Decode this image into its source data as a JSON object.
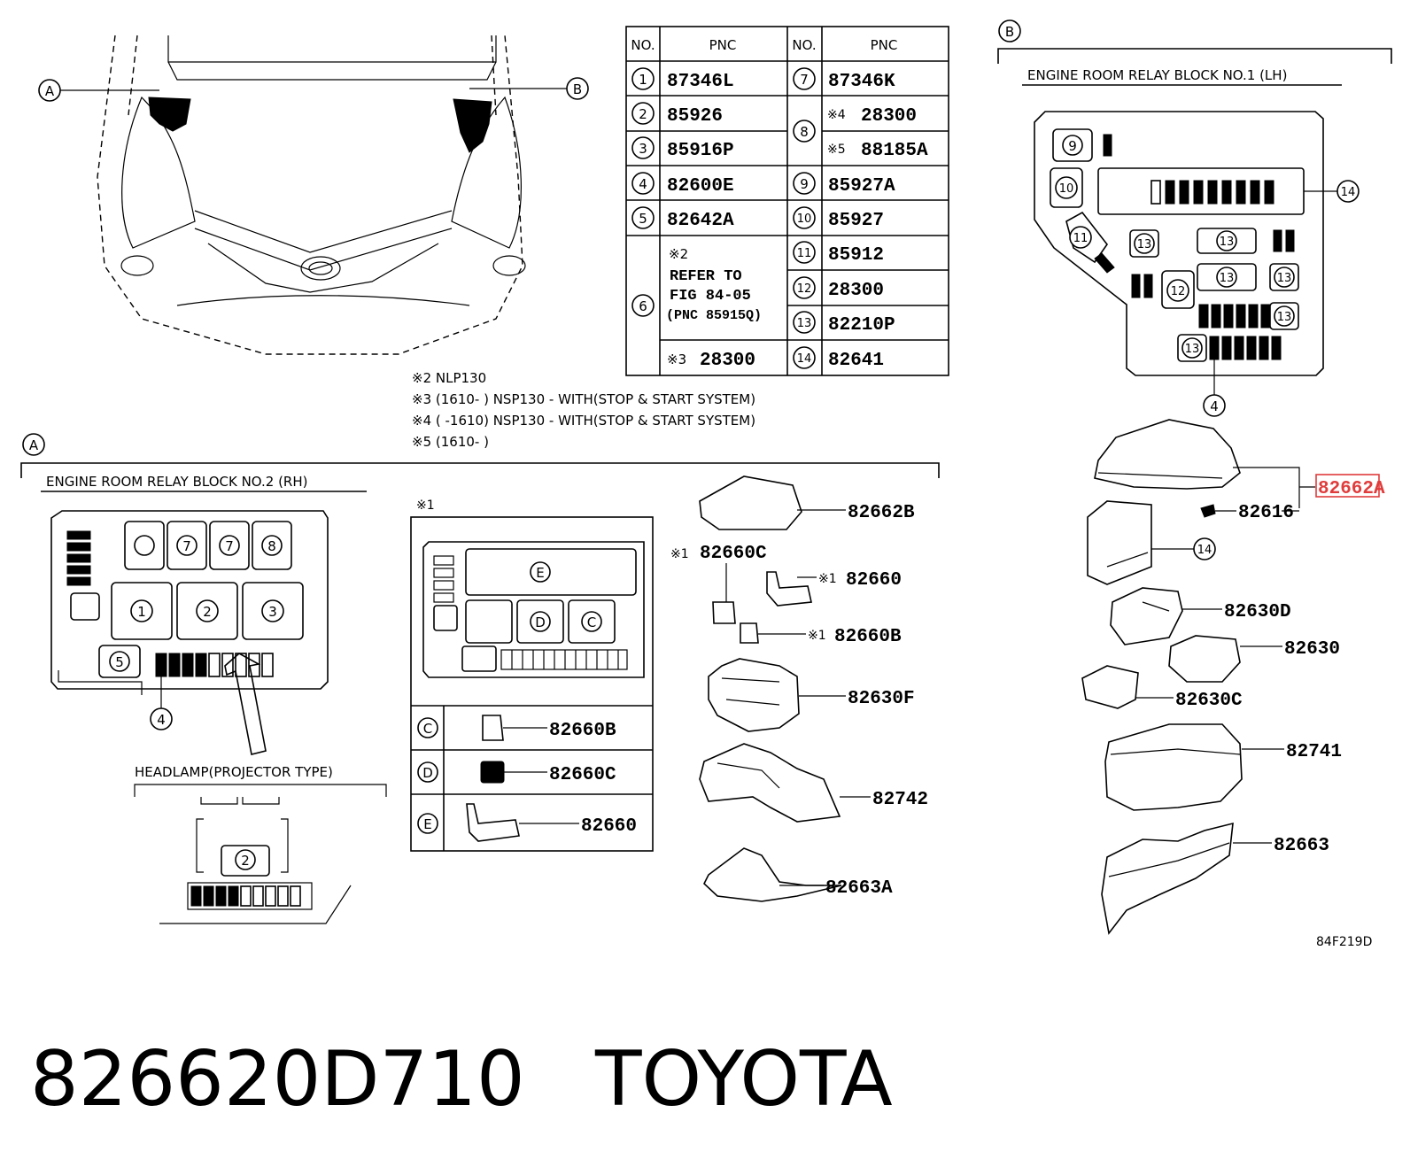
{
  "callout_letters": {
    "a": "A",
    "b": "B"
  },
  "pnc_table": {
    "header": {
      "no": "NO.",
      "pnc": "PNC"
    },
    "rows_left": [
      {
        "no": "1",
        "pnc": "87346L"
      },
      {
        "no": "2",
        "pnc": "85926"
      },
      {
        "no": "3",
        "pnc": "85916P"
      },
      {
        "no": "4",
        "pnc": "82600E"
      },
      {
        "no": "5",
        "pnc": "82642A"
      }
    ],
    "row6": {
      "no": "6",
      "note_mark": "※2",
      "line1": "REFER TO",
      "line2": "FIG 84-05",
      "line3": "(PNC 85915Q)",
      "sub_mark": "※3",
      "sub_pnc": "28300"
    },
    "rows_right": [
      {
        "no": "7",
        "pnc": "87346K"
      },
      {
        "no": "8",
        "mark": "※4",
        "pnc": "28300",
        "mark2": "※5",
        "pnc2": "88185A"
      },
      {
        "no": "9",
        "pnc": "85927A"
      },
      {
        "no": "10",
        "pnc": "85927"
      },
      {
        "no": "11",
        "pnc": "85912"
      },
      {
        "no": "12",
        "pnc": "28300"
      },
      {
        "no": "13",
        "pnc": "82210P"
      },
      {
        "no": "14",
        "pnc": "82641"
      }
    ]
  },
  "footnotes": [
    "※2 NLP130",
    "※3 (1610-       ) NSP130 - WITH(STOP & START SYSTEM)",
    "※4 (       -1610) NSP130 - WITH(STOP & START SYSTEM)",
    "※5 (1610-       )"
  ],
  "section_a": {
    "title": "ENGINE ROOM RELAY BLOCK NO.2  (RH)",
    "headlamp_label": "HEADLAMP(PROJECTOR TYPE)",
    "inset_mark": "※1",
    "inset_letters": {
      "e": "E",
      "d": "D",
      "c": "C"
    },
    "inset_rows": [
      {
        "letter": "C",
        "pnc": "82660B"
      },
      {
        "letter": "D",
        "pnc": "82660C"
      },
      {
        "letter": "E",
        "pnc": "82660"
      }
    ],
    "parts": [
      {
        "pnc": "82662B"
      },
      {
        "mark": "※1",
        "pnc": "82660C"
      },
      {
        "mark": "※1",
        "pnc": "82660"
      },
      {
        "mark": "※1",
        "pnc": "82660B"
      },
      {
        "pnc": "82630F"
      },
      {
        "pnc": "82742"
      },
      {
        "pnc": "82663A"
      }
    ]
  },
  "section_b": {
    "title": "ENGINE ROOM RELAY BLOCK NO.1  (LH)",
    "parts": [
      {
        "pnc": "82662A",
        "highlighted": true
      },
      {
        "pnc": "82616"
      },
      {
        "pnc": "82630D"
      },
      {
        "pnc": "82630"
      },
      {
        "pnc": "82630C"
      },
      {
        "pnc": "82741"
      },
      {
        "pnc": "82663"
      }
    ]
  },
  "figure_code": "84F219D",
  "caption": {
    "part_number": "826620D710",
    "brand": "TOYOTA"
  },
  "colors": {
    "highlight": "#e03c3c",
    "ink": "#000000"
  }
}
